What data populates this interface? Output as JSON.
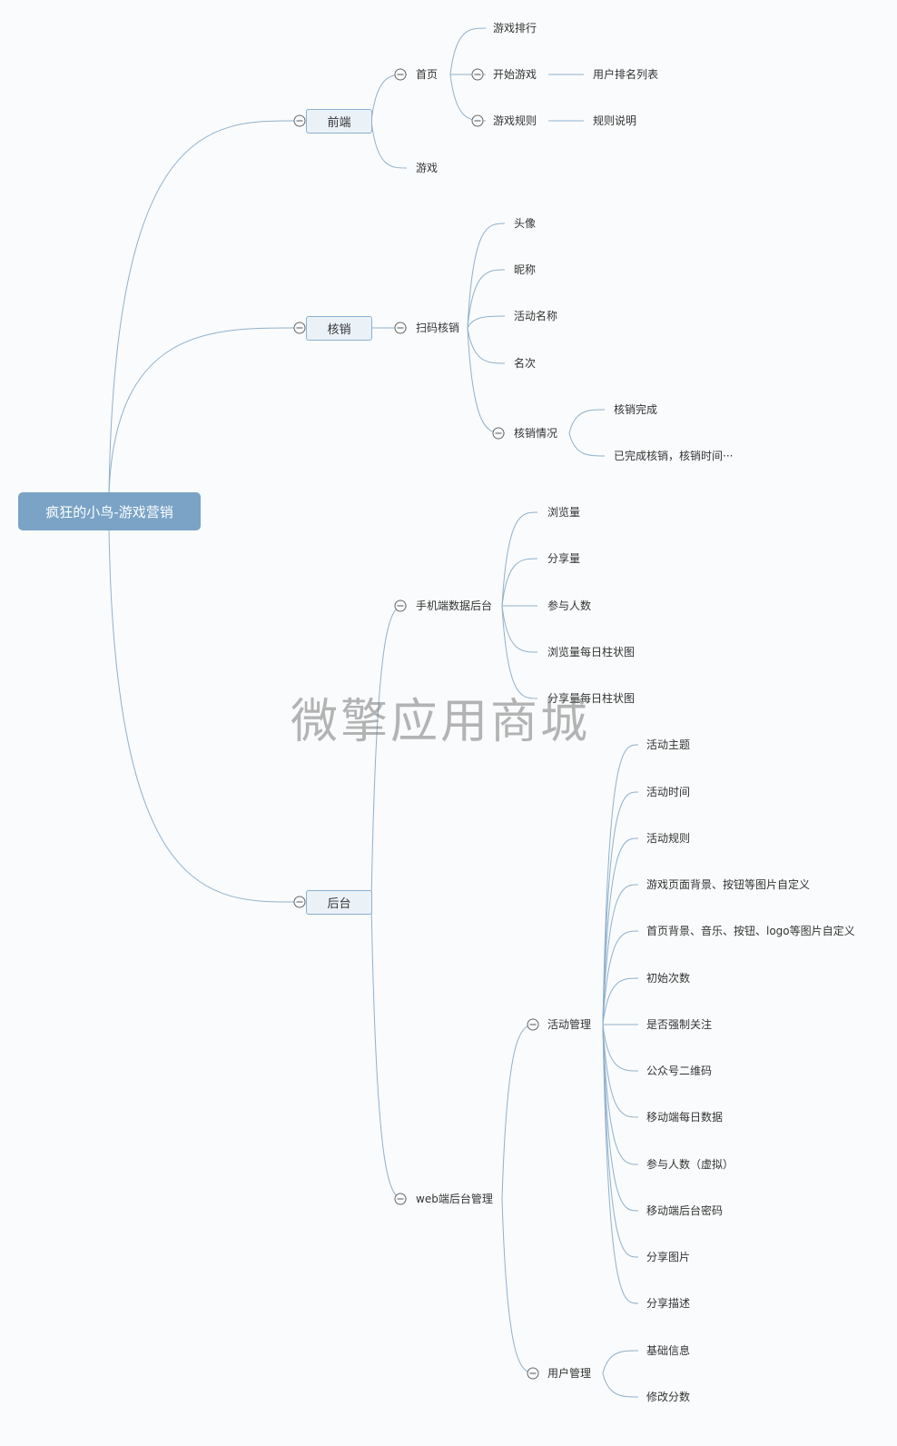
{
  "colors": {
    "line": "#8fb1cc",
    "root_bg": "#7aa3c6",
    "box_bg": "#eaf2f8",
    "box_border": "#8cb0cf",
    "text": "#333333"
  },
  "mindmap": {
    "root": "疯狂的小鸟-游戏营销",
    "frontend": {
      "label": "前端",
      "home": {
        "label": "首页",
        "ranking": "游戏排行",
        "start_game": "开始游戏",
        "user_rank_list": "用户排名列表",
        "game_rules": "游戏规则",
        "rules_desc": "规则说明"
      },
      "game": "游戏"
    },
    "verify": {
      "label": "核销",
      "scan": {
        "label": "扫码核销",
        "avatar": "头像",
        "nickname": "昵称",
        "activity_name": "活动名称",
        "rank": "名次",
        "status": {
          "label": "核销情况",
          "done": "核销完成",
          "done_detail": "已完成核销，核销时间···"
        }
      }
    },
    "backend": {
      "label": "后台",
      "mobile": {
        "label": "手机端数据后台",
        "views": "浏览量",
        "shares": "分享量",
        "participants": "参与人数",
        "daily_views_chart": "浏览量每日柱状图",
        "daily_shares_chart": "分享量每日柱状图"
      },
      "web": {
        "label": "web端后台管理",
        "activity": {
          "label": "活动管理",
          "items": [
            "活动主题",
            "活动时间",
            "活动规则",
            "游戏页面背景、按钮等图片自定义",
            "首页背景、音乐、按钮、logo等图片自定义",
            "初始次数",
            "是否强制关注",
            "公众号二维码",
            "移动端每日数据",
            "参与人数（虚拟）",
            "移动端后台密码",
            "分享图片",
            "分享描述"
          ]
        },
        "user": {
          "label": "用户管理",
          "basic_info": "基础信息",
          "edit_score": "修改分数"
        }
      }
    }
  },
  "watermark": "微擎应用商城"
}
